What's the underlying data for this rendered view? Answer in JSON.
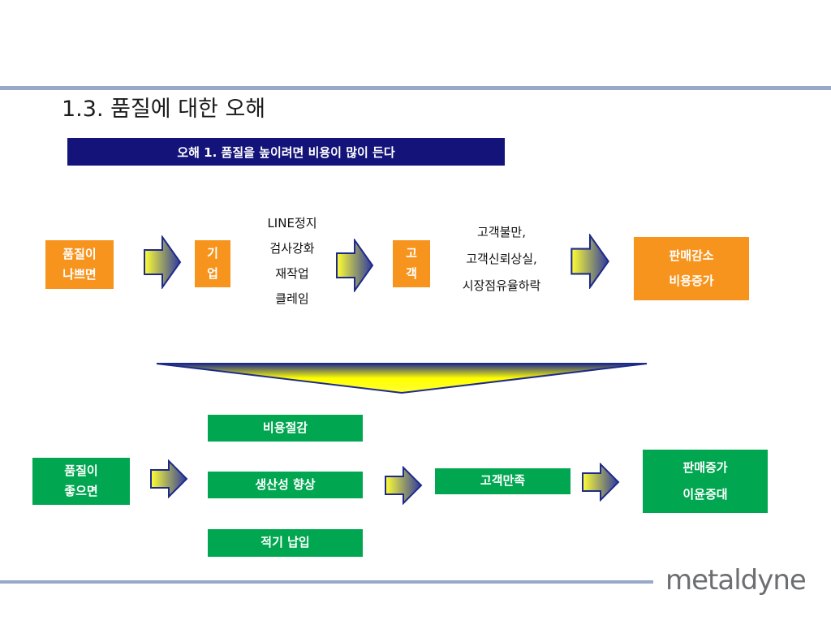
{
  "title": "1.3. 품질에 대한 오해",
  "banner": "오해 1. 품질을 높이려면 비용이 많이 든다",
  "top_flow": {
    "bad_quality": [
      "품질이",
      "나쁘면"
    ],
    "company": [
      "기",
      "업"
    ],
    "company_effects": [
      "LINE정지",
      "검사강화",
      "재작업",
      "클레임"
    ],
    "customer": [
      "고",
      "객"
    ],
    "customer_effects": [
      "고객불만,",
      "고객신뢰상실,",
      "시장점유율하락"
    ],
    "result": [
      "판매감소",
      "비용증가"
    ]
  },
  "bottom_flow": {
    "good_quality": [
      "품질이",
      "좋으면"
    ],
    "benefits": [
      "비용절감",
      "생산성 향상",
      "적기 납입"
    ],
    "customer": "고객만족",
    "result": [
      "판매증가",
      "이윤증대"
    ]
  },
  "colors": {
    "orange": "#f7941d",
    "green": "#00a650",
    "navy": "#13137a",
    "rule": "#97a9c6"
  },
  "logo": "metaldyne"
}
